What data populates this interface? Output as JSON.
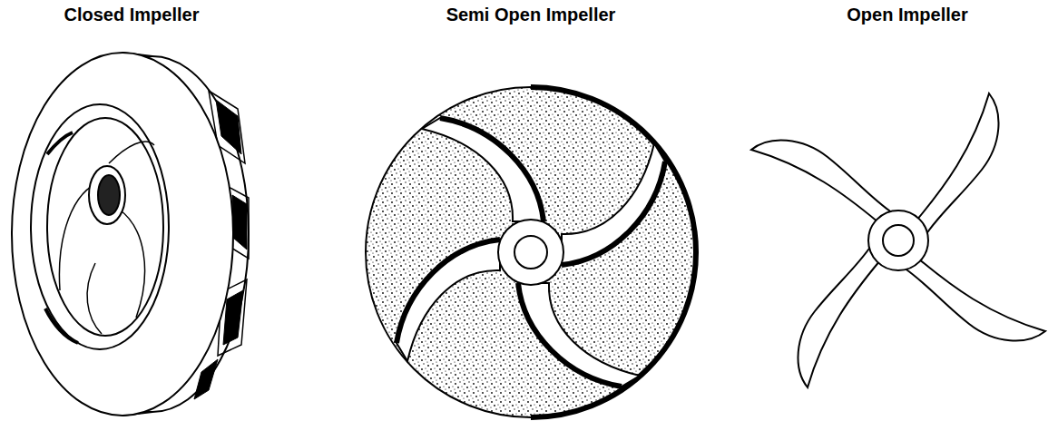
{
  "diagram": {
    "labels": [
      "Closed Impeller",
      "Semi Open Impeller",
      "Open Impeller"
    ]
  }
}
